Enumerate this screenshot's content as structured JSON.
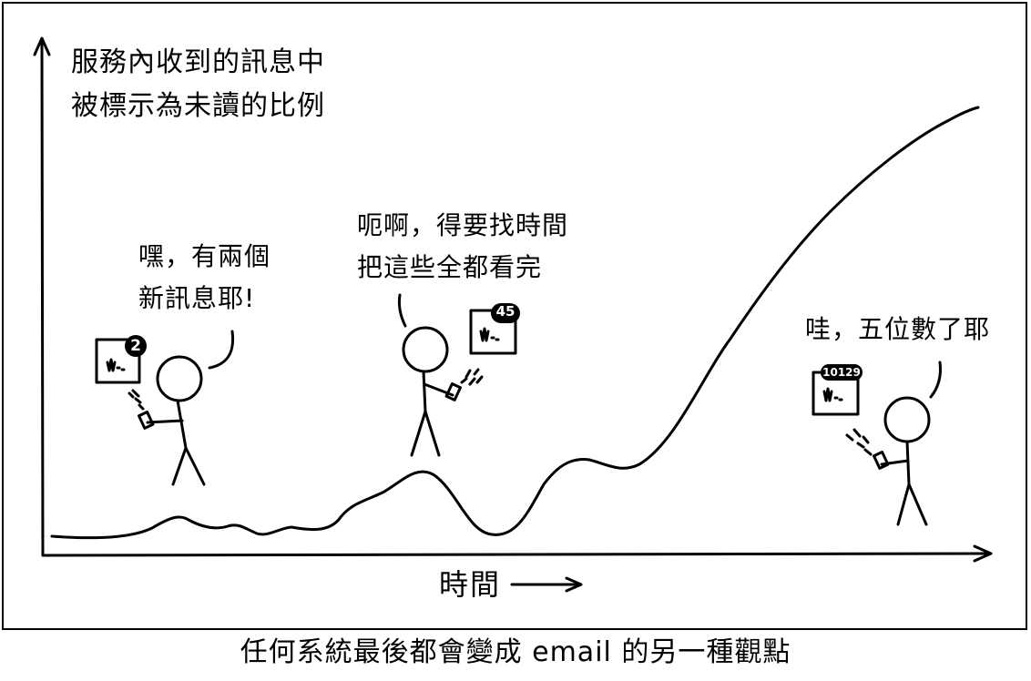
{
  "comic": {
    "y_axis_label": [
      "服務內收到的訊息中",
      "被標示為未讀的比例"
    ],
    "x_axis_label": "時間",
    "caption": "任何系統最後都會變成 email 的另一種觀點",
    "figures": [
      {
        "speech": [
          "嘿，有兩個",
          "新訊息耶!"
        ],
        "badge": "2"
      },
      {
        "speech": [
          "呃啊，得要找時間",
          "把這些全都看完"
        ],
        "badge": "45"
      },
      {
        "speech": [
          "哇，五位數了耶"
        ],
        "badge": "10129"
      }
    ]
  },
  "colors": {
    "ink": "#000000",
    "background": "#ffffff"
  },
  "icons": [
    "y-axis-arrow-icon",
    "x-axis-arrow-icon",
    "right-arrow-icon",
    "notification-box-icon",
    "phone-icon",
    "stick-figure-icon"
  ]
}
